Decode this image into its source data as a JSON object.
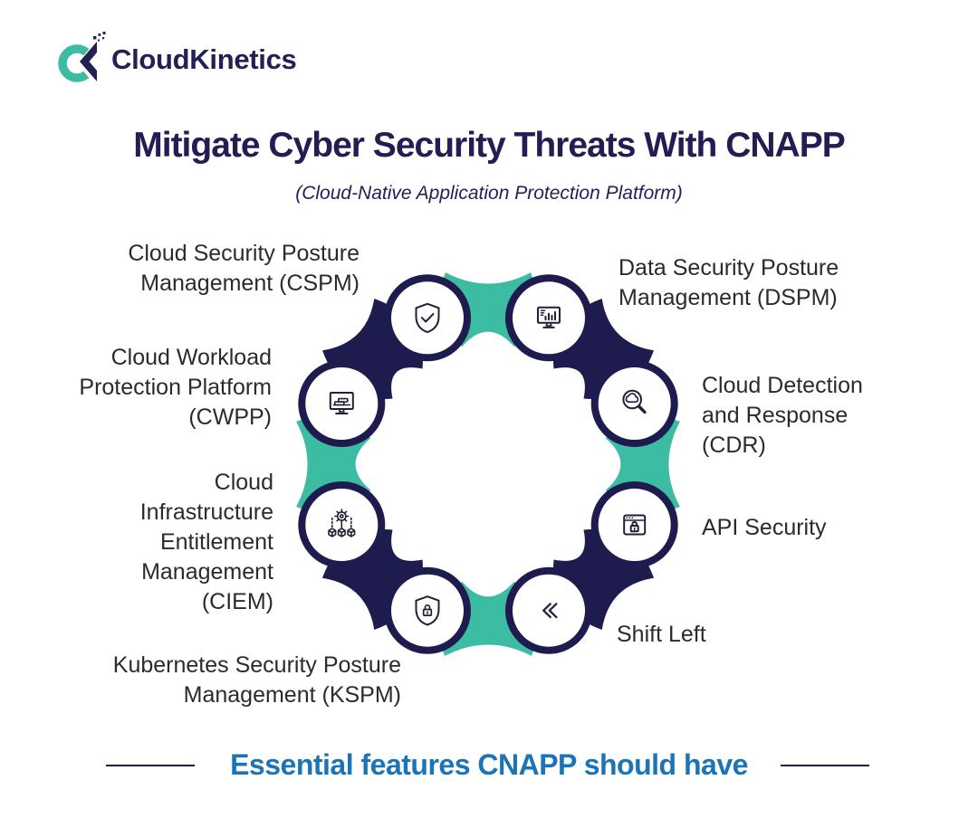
{
  "logo": {
    "brand": "CloudKinetics"
  },
  "header": {
    "title": "Mitigate Cyber Security Threats With CNAPP",
    "subtitle": "(Cloud-Native Application Protection Platform)"
  },
  "diagram": {
    "items": [
      {
        "id": "cspm",
        "label": "Cloud Security Posture\nManagement (CSPM)",
        "icon": "shield-check-icon"
      },
      {
        "id": "dspm",
        "label": "Data Security Posture\nManagement (DSPM)",
        "icon": "monitor-chart-icon"
      },
      {
        "id": "cwpp",
        "label": "Cloud Workload\nProtection Platform\n(CWPP)",
        "icon": "monitor-stack-icon"
      },
      {
        "id": "cdr",
        "label": "Cloud Detection\nand Response\n(CDR)",
        "icon": "search-cloud-icon"
      },
      {
        "id": "ciem",
        "label": "Cloud\nInfrastructure\nEntitlement\nManagement\n(CIEM)",
        "icon": "gear-nodes-icon"
      },
      {
        "id": "api_security",
        "label": "API Security",
        "icon": "browser-lock-icon"
      },
      {
        "id": "kspm",
        "label": "Kubernetes Security Posture\nManagement (KSPM)",
        "icon": "shield-lock-icon"
      },
      {
        "id": "shift_left",
        "label": "Shift Left",
        "icon": "double-chevron-left-icon"
      }
    ]
  },
  "footer": {
    "text": "Essential features CNAPP should have"
  },
  "colors": {
    "navy": "#1e1b4e",
    "teal": "#3cbca2",
    "accent_blue": "#1b74b5",
    "body_text": "#2b2b2b"
  }
}
